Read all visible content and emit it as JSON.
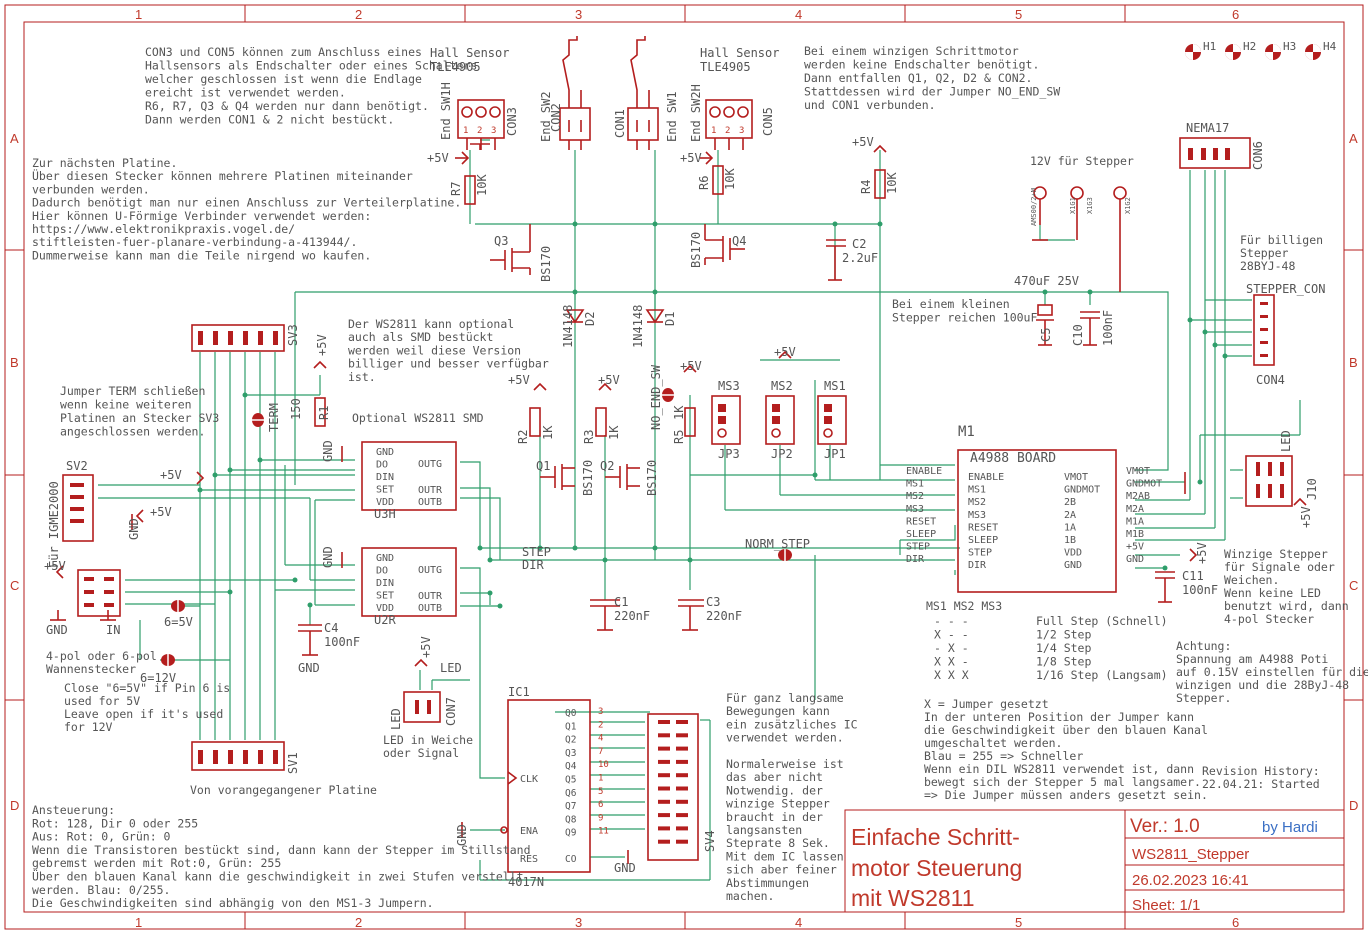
{
  "frame": {
    "columns": [
      "1",
      "2",
      "3",
      "4",
      "5",
      "6"
    ],
    "rows": [
      "A",
      "B",
      "C",
      "D"
    ]
  },
  "title_block": {
    "title_line1": "Einfache Schritt-",
    "title_line2": "motor Steuerung",
    "title_line3": "mit WS2811",
    "version": "Ver.: 1.0",
    "author": "by Hardi",
    "filename": "WS2811_Stepper",
    "date": "26.02.2023 16:41",
    "sheet": "Sheet:  1/1"
  },
  "holes": [
    "H1",
    "H2",
    "H3",
    "H4"
  ],
  "notes": {
    "con3_con5": [
      "CON3 und CON5 können zum Anschluss eines",
      "Hallsensors als Endschalter oder eines Schalters",
      "welcher geschlossen ist wenn die Endlage",
      "ereicht ist verwendet werden.",
      "R6, R7, Q3 & Q4 werden nur dann benötigt.",
      "Dann werden CON1 & 2 nicht bestückt."
    ],
    "tiny_motor": [
      "Bei einem winzigen Schrittmotor",
      "werden keine Endschalter benötigt.",
      "Dann entfallen Q1, Q2, D2 & CON2.",
      "Stattdessen wird der Jumper NO_END_SW",
      "und CON1 verbunden."
    ],
    "next_board": [
      "Zur nächsten Platine.",
      "Über diesen Stecker können mehrere Platinen miteinander",
      "verbunden werden.",
      "Dadurch benötigt man nur einen Anschluss zur Verteilerplatine.",
      "Hier können U-Förmige Verbinder verwendet werden:",
      "https://www.elektronikpraxis.vogel.de/",
      "     stiftleisten-fuer-planare-verbindung-a-413944/.",
      "Dummerweise kann man die Teile nirgend wo kaufen."
    ],
    "ws2811_smd": [
      "Der WS2811 kann optional",
      "auch als SMD bestückt",
      "werden weil diese Version",
      "billiger und besser verfügbar",
      "ist."
    ],
    "term": [
      "Jumper TERM schließen",
      "wenn keine weiteren",
      "Platinen an Stecker SV3",
      "angeschlossen werden."
    ],
    "optional_smd": "Optional WS2811 SMD",
    "psu": "12V für Stepper",
    "small_stepper": [
      "Bei einem kleinen",
      "Stepper reichen 100uF"
    ],
    "cheap_stepper": [
      "Für billigen",
      "Stepper",
      "28BYJ-48"
    ],
    "tiny_stepper": [
      "Winzige Stepper",
      "für Signale oder",
      "Weichen.",
      "Wenn keine LED",
      "benutzt wird, dann",
      "4-pol Stecker"
    ],
    "warning": [
      "Achtung:",
      "Spannung am A4988 Poti",
      "auf 0.15V einstellen für die",
      "winzigen und die 28ByJ-48",
      "Stepper."
    ],
    "wannenstecker": [
      "4-pol oder 6-pol",
      "Wannenstecker"
    ],
    "close_6v": [
      "Close \"6=5V\" if Pin 6 is",
      "used for 5V",
      "Leave open if it's used",
      "for 12V"
    ],
    "led": [
      "LED in Weiche",
      "oder Signal"
    ],
    "prev_board": "Von vorangegangener Platine",
    "slow": [
      "Für ganz langsame",
      "Bewegungen kann",
      "ein zusätzliches IC",
      "verwendet werden.",
      "",
      "Normalerweise ist",
      "das aber nicht",
      "Notwendig. der",
      "winzige Stepper",
      "braucht in der",
      "langsansten",
      "Steprate 8 Sek.",
      "Mit dem IC lassen",
      "sich aber feiner",
      "Abstimmungen",
      "machen."
    ],
    "jumper": [
      "X = Jumper gesetzt",
      "In der unteren Position der Jumper kann",
      "die Geschwindigkeit über den blauen Kanal",
      "umgeschaltet werden.",
      "Blau = 255 => Schneller",
      "Wenn ein DIL WS2811 verwendet ist, dann",
      "bewegt sich der Stepper 5 mal langsamer.",
      "=> Die Jumper müssen anders gesetzt sein."
    ],
    "revision": [
      "Revision History:",
      "22.04.21: Started"
    ],
    "control": [
      "Ansteuerung:",
      "Rot: 128, Dir 0 oder 255",
      "Aus: Rot: 0, Grün: 0",
      "Wenn die Transistoren bestückt sind, dann kann der Stepper im Stillstand",
      "gebremst werden mit Rot:0, Grün: 255",
      "Über den blauen Kanal kann die geschwindigkeit in zwei Stufen verstellt",
      "werden. Blau: 0/255.",
      "Die Geschwindigkeiten sind abhängig von den MS1-3 Jumpern."
    ]
  },
  "step_table": {
    "header": "MS1 MS2 MS3",
    "rows": [
      {
        "cols": "  -    -    -",
        "label": "Full Step (Schnell)"
      },
      {
        "cols": "X    -    -",
        "label": "1/2 Step"
      },
      {
        "cols": "-    X    -",
        "label": "1/4 Step"
      },
      {
        "cols": "X    X    -",
        "label": "1/8 Step"
      },
      {
        "cols": "X    X    X",
        "label": "1/16 Step (Langsam)"
      }
    ]
  },
  "parts": {
    "con3": "CON3",
    "con5": "CON5",
    "con1": "CON1",
    "con2": "CON2",
    "endsw1h": "End SW1H",
    "endsw2": "End SW2",
    "endsw1": "End SW1",
    "endsw2h": "End SW2H",
    "hall": "Hall Sensor",
    "tle": "TLE4905",
    "r7": "R7",
    "r7v": "10K",
    "r6": "R6",
    "r6v": "10K",
    "r4": "R4",
    "r4v": "10K",
    "q3": "Q3",
    "q4": "Q4",
    "bs170": "BS170",
    "c2": "C2",
    "c2v": "2.2uF",
    "d1": "D1",
    "d2": "D2",
    "diode": "1N4148",
    "sv3": "SV3",
    "sv2": "SV2",
    "sv1": "SV1",
    "sv4": "SV4",
    "r1": "R1",
    "r1v": "150",
    "term": "TERM",
    "r2": "R2",
    "r2v": "1K",
    "r3": "R3",
    "r3v": "1K",
    "r5": "R5",
    "r5v": "1K",
    "q1": "Q1",
    "q2": "Q2",
    "noend": "NO_END_SW",
    "ms1": "MS1",
    "ms2": "MS2",
    "ms3": "MS3",
    "jp1": "JP1",
    "jp2": "JP2",
    "jp3": "JP3",
    "m1": "M1",
    "a4988": "A4988 BOARD",
    "u3h": "U3H",
    "u2r": "U2R",
    "c1": "C1",
    "c1v": "220nF",
    "c3": "C3",
    "c3v": "220nF",
    "c4": "C4",
    "c4v": "100nF",
    "c5": "C5",
    "c5v": "470uF 25V",
    "c10": "C10",
    "c10v": "100nF",
    "c11": "C11",
    "c11v": "100nF",
    "con6": "CON6",
    "nema": "NEMA17",
    "stepper_con": "STEPPER_CON",
    "con4": "CON4",
    "j10": "J10",
    "con7": "CON7",
    "led": "LED",
    "in": "IN",
    "sixv": "6=5V",
    "twelvev": "6=12V",
    "igme": "Für IGME2000",
    "ic1": "IC1",
    "ic4017": "4017N",
    "normstep": "NORM_STEP",
    "x1g1": "X1G1",
    "x1g2": "X1G2",
    "x1g3": "X1G3",
    "psu_pin": "AMS00/2+M"
  },
  "nets": {
    "step": "STEP",
    "dir": "DIR",
    "plus5v": "+5V",
    "gnd": "GND",
    "led": "LED"
  },
  "ws2811_pins": [
    "GND",
    "DO",
    "DIN",
    "SET",
    "VDD",
    "OUTG",
    "OUTR",
    "OUTB"
  ],
  "a4988_left": [
    "ENABLE",
    "MS1",
    "MS2",
    "MS3",
    "RESET",
    "SLEEP",
    "STEP",
    "DIR"
  ],
  "a4988_right": [
    "VMOT",
    "GNDMOT",
    "2B",
    "2A",
    "1A",
    "1B",
    "VDD",
    "GND"
  ],
  "a4988_netlabels_right": [
    "VMOT",
    "GNDMOT",
    "M2AB",
    "M2A",
    "M1A",
    "M1B",
    "+5V",
    "GND"
  ],
  "ic4017_left": [
    "CLK",
    "ENA",
    "RES"
  ],
  "ic4017_right": [
    "Q0",
    "Q1",
    "Q2",
    "Q3",
    "Q4",
    "Q5",
    "Q6",
    "Q7",
    "Q8",
    "Q9",
    "CO"
  ],
  "ic_pins_right": [
    "3",
    "2",
    "4",
    "7",
    "10",
    "1",
    "5",
    "6",
    "9",
    "11"
  ]
}
